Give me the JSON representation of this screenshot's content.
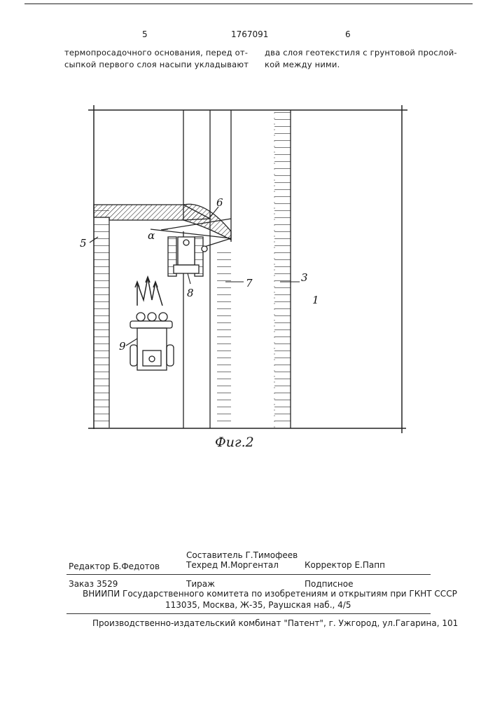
{
  "header": {
    "page_left": "5",
    "patent_number": "1767091",
    "page_right": "6"
  },
  "text": {
    "left_col": [
      "термопросадочного основания, перед от-",
      "сыпкой первого слоя насыпи укладывают"
    ],
    "right_col": [
      "два слоя геотекстиля с грунтовой прослой-",
      "кой между ними."
    ]
  },
  "figure": {
    "caption": "Фиг.2",
    "labels": {
      "l1": "1",
      "l3": "3",
      "l5": "5",
      "l6": "6",
      "l7": "7",
      "l8": "8",
      "l9": "9",
      "alpha": "α"
    }
  },
  "credits": {
    "compiler": "Составитель  Г.Тимофеев",
    "editor": "Редактор  Б.Федотов",
    "techred": "Техред М.Моргентал",
    "corrector": "Корректор  Е.Папп",
    "order": "Заказ  3529",
    "circulation": "Тираж",
    "subscription": "Подписное",
    "org": "ВНИИПИ Государственного комитета по изобретениям и открытиям при ГКНТ СССР",
    "address": "113035, Москва, Ж-35, Раушская наб., 4/5",
    "publisher": "Производственно-издательский комбинат \"Патент\", г. Ужгород, ул.Гагарина, 101"
  }
}
